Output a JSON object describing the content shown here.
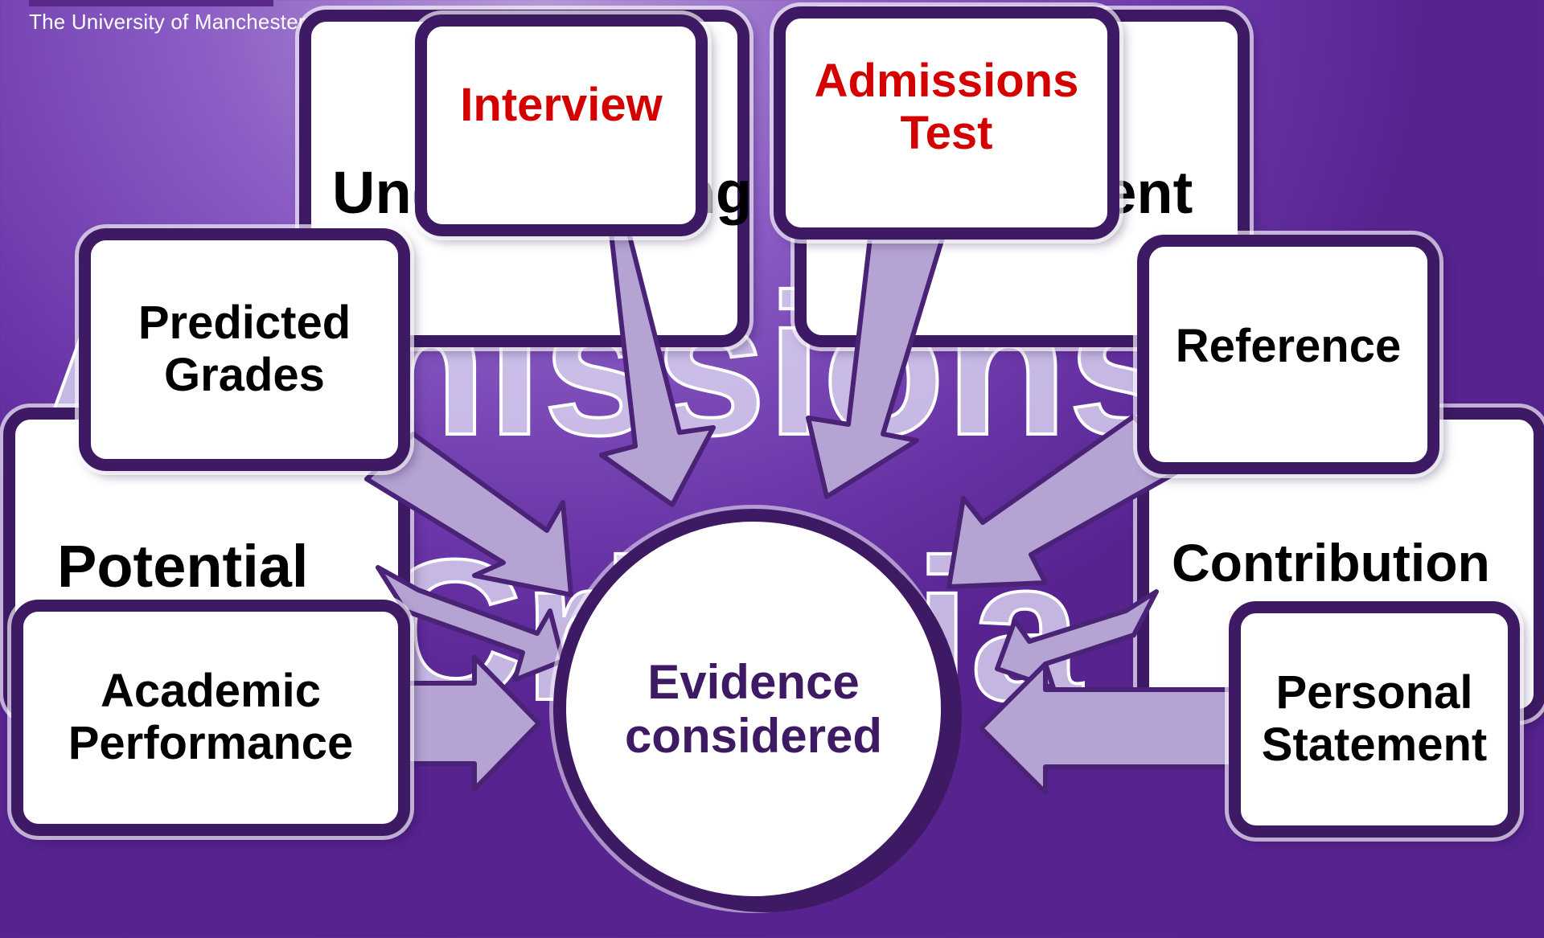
{
  "header": {
    "institution": "The University of Manchester"
  },
  "background_words": {
    "word_1": "Admissions",
    "word_2": "Criteria"
  },
  "back_boxes": {
    "understanding": "Understanding",
    "commitment": "Commitment",
    "potential": "Potential",
    "contribution": "Contribution"
  },
  "front_boxes": {
    "interview": "Interview",
    "admissions_test_line1": "Admissions",
    "admissions_test_line2": "Test",
    "predicted_grades_line1": "Predicted",
    "predicted_grades_line2": "Grades",
    "reference": "Reference",
    "academic_performance_line1": "Academic",
    "academic_performance_line2": "Performance",
    "personal_statement_line1": "Personal",
    "personal_statement_line2": "Statement"
  },
  "center": {
    "line1": "Evidence",
    "line2": "considered"
  },
  "colors": {
    "border": "#3d1a63",
    "highlight_text": "#d40000",
    "arrow_fill": "#b5a3d3",
    "center_text": "#3d1a63"
  }
}
